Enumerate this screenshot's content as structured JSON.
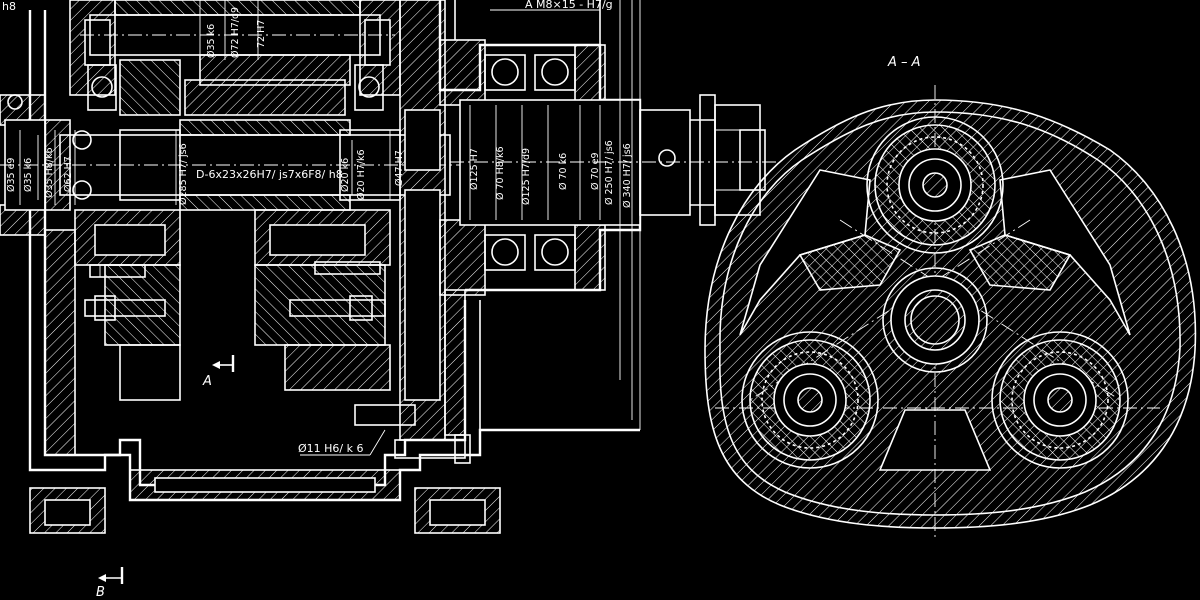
{
  "section_view_label": "A – A",
  "section_marker_a": "A",
  "section_marker_b": "B",
  "top_left_label": "h8",
  "thread_label": "A M8×15 - H7/g",
  "spline_spec": "D-6x23x26H7/ js7x6F8/ h8",
  "fit_label_bottom": "Ø11 H6/ k 6",
  "vertical_dims_left": [
    "Ø35 e9",
    "Ø35 k6",
    "Ø35 H8/k6",
    "Ø62 H7"
  ],
  "vertical_dims_top": [
    "Ø35 k6",
    "Ø72 H7/d9",
    "72 H7"
  ],
  "vertical_dims_shaft": [
    "Ø285 H7/ js6",
    "Ø20 k6",
    "Ø20 H7/k6",
    "Ø47 H7"
  ],
  "vertical_dims_right": [
    "Ø125 H7",
    "Ø 70 H8/k6",
    "Ø125 H7/d9",
    "Ø 70 k6",
    "Ø 70 e9",
    "Ø 250 H7/ js6",
    "Ø 340 H7/ js6"
  ]
}
